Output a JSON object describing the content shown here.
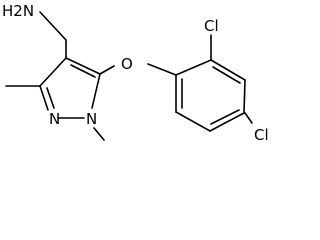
{
  "molecule": {
    "labels": {
      "amine": "H2N",
      "oxygen": "O",
      "chlorine_ortho": "Cl",
      "chlorine_para": "Cl",
      "nitrogen_ring": "N",
      "nitrogen_methyl": "N"
    }
  }
}
